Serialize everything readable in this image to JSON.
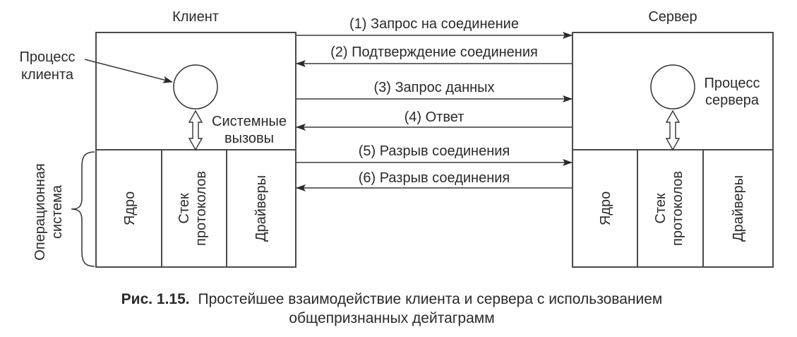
{
  "client": {
    "title": "Клиент",
    "process_label_line1": "Процесс",
    "process_label_line2": "клиента",
    "syscalls_line1": "Системные",
    "syscalls_line2": "вызовы",
    "os_modules": [
      {
        "lines": [
          "Ядро"
        ]
      },
      {
        "lines": [
          "Стек",
          "протоколов"
        ]
      },
      {
        "lines": [
          "Драйверы"
        ]
      }
    ]
  },
  "server": {
    "title": "Сервер",
    "process_label_line1": "Процесс",
    "process_label_line2": "сервера",
    "os_modules": [
      {
        "lines": [
          "Ядро"
        ]
      },
      {
        "lines": [
          "Стек",
          "протоколов"
        ]
      },
      {
        "lines": [
          "Драйверы"
        ]
      }
    ]
  },
  "os_brace": {
    "line1": "Операционная",
    "line2": "система"
  },
  "messages": [
    {
      "label": "(1) Запрос на соединение",
      "direction": "client-to-server"
    },
    {
      "label": "(2) Подтверждение соединения",
      "direction": "server-to-client"
    },
    {
      "label": "(3) Запрос данных",
      "direction": "client-to-server"
    },
    {
      "label": "(4) Ответ",
      "direction": "server-to-client"
    },
    {
      "label": "(5) Разрыв соединения",
      "direction": "client-to-server"
    },
    {
      "label": "(6) Разрыв соединения",
      "direction": "server-to-client"
    }
  ],
  "caption": {
    "prefix": "Рис. 1.15.",
    "line1": "Простейшее взаимодействие клиента и сервера с использованием",
    "line2": "общепризнанных дейтаграмм"
  }
}
